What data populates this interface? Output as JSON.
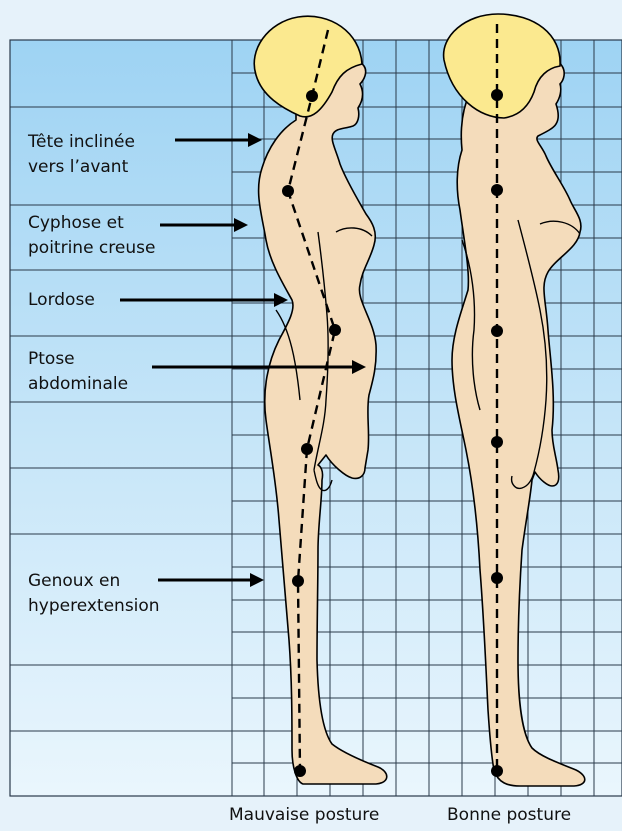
{
  "colors": {
    "page_background": "#e6f2fa",
    "panel_gradient_top": "#9ed3f3",
    "panel_gradient_bottom": "#eaf6fd",
    "grid_line": "#2a3a4a",
    "skin": "#f4dcbb",
    "hair": "#fbe98f",
    "outline": "#000000"
  },
  "labels": [
    {
      "line1": "Tête inclinée",
      "line2": "vers l’avant"
    },
    {
      "line1": "Cyphose et",
      "line2": "poitrine creuse"
    },
    {
      "line1": "Lordose",
      "line2": ""
    },
    {
      "line1": "Ptose",
      "line2": "abdominale"
    },
    {
      "line1": "Genoux en",
      "line2": "hyperextension"
    }
  ],
  "captions": {
    "bad": "Mauvaise posture",
    "good": "Bonne posture"
  }
}
